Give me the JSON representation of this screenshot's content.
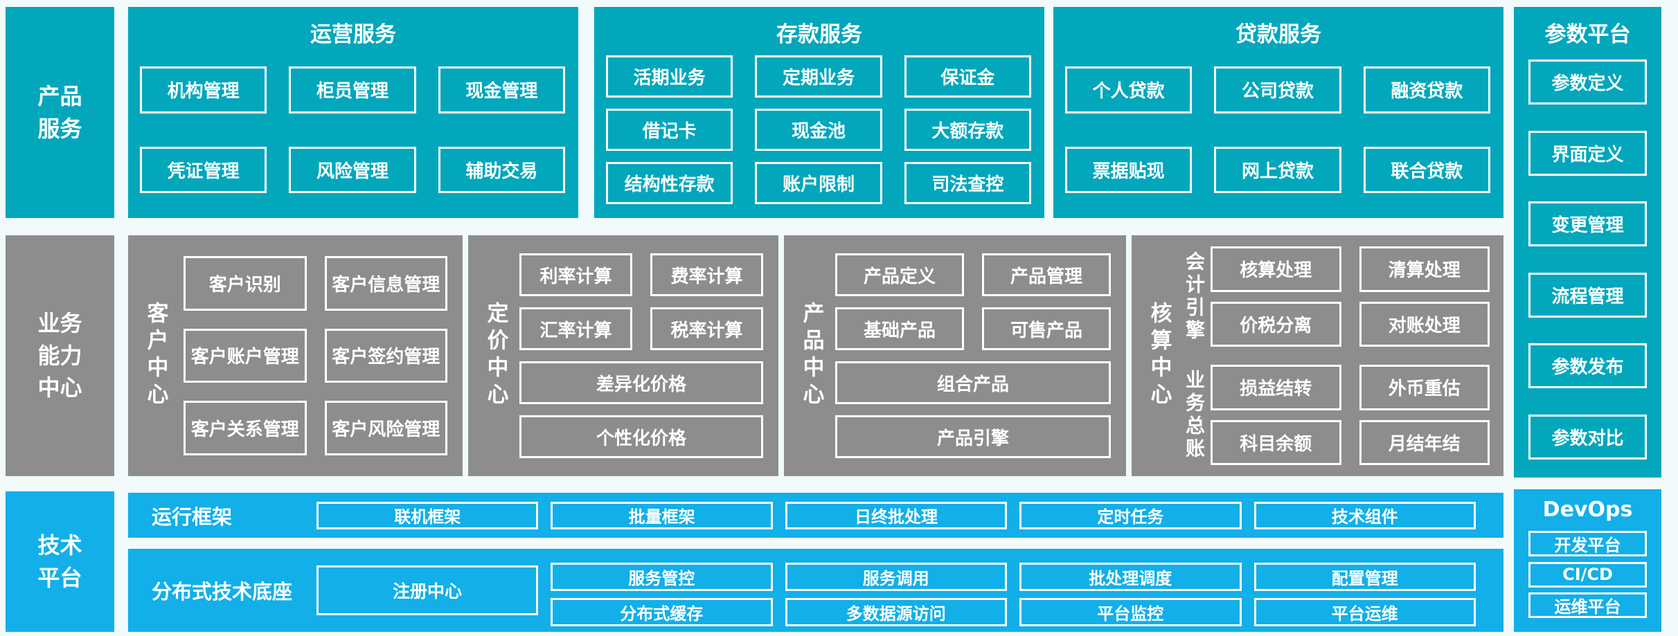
{
  "colors": {
    "teal": "#02a7bc",
    "gray": "#8d8d8d",
    "blue": "#12afe9",
    "background": "#f2fafb",
    "border": "#ffffff"
  },
  "rails": {
    "product": [
      "产品",
      "服务"
    ],
    "business": [
      "业务",
      "能力",
      "中心"
    ],
    "tech": [
      "技术",
      "平台"
    ]
  },
  "ops": {
    "title": "运营服务",
    "boxes": [
      "机构管理",
      "柜员管理",
      "现金管理",
      "凭证管理",
      "风险管理",
      "辅助交易"
    ]
  },
  "deposit": {
    "title": "存款服务",
    "boxes": [
      "活期业务",
      "定期业务",
      "保证金",
      "借记卡",
      "现金池",
      "大额存款",
      "结构性存款",
      "账户限制",
      "司法查控"
    ]
  },
  "loan": {
    "title": "贷款服务",
    "boxes": [
      "个人贷款",
      "公司贷款",
      "融资贷款",
      "票据贴现",
      "网上贷款",
      "联合贷款"
    ]
  },
  "param": {
    "title": "参数平台",
    "boxes": [
      "参数定义",
      "界面定义",
      "变更管理",
      "流程管理",
      "参数发布",
      "参数对比"
    ]
  },
  "customer": {
    "label": "客户中心",
    "boxes": [
      "客户识别",
      "客户信息管理",
      "客户账户管理",
      "客户签约管理",
      "客户关系管理",
      "客户风险管理"
    ]
  },
  "pricing": {
    "label": "定价中心",
    "boxes": [
      "利率计算",
      "费率计算",
      "汇率计算",
      "税率计算"
    ],
    "wide": [
      "差异化价格",
      "个性化价格"
    ]
  },
  "product": {
    "label": "产品中心",
    "boxes": [
      "产品定义",
      "产品管理",
      "基础产品",
      "可售产品"
    ],
    "wide": [
      "组合产品",
      "产品引擎"
    ]
  },
  "accounting": {
    "label": "核算中心",
    "engine": {
      "label": "会计引擎",
      "boxes": [
        "核算处理",
        "清算处理",
        "价税分离",
        "对账处理"
      ]
    },
    "ledger": {
      "label": "业务总账",
      "boxes": [
        "损益结转",
        "外币重估",
        "科目余额",
        "月结年结"
      ]
    }
  },
  "runtime": {
    "label": "运行框架",
    "boxes": [
      "联机框架",
      "批量框架",
      "日终批处理",
      "定时任务",
      "技术组件"
    ]
  },
  "distributed": {
    "label": "分布式技术底座",
    "registry": "注册中心",
    "boxes": [
      "服务管控",
      "服务调用",
      "批处理调度",
      "配置管理",
      "分布式缓存",
      "多数据源访问",
      "平台监控",
      "平台运维"
    ]
  },
  "devops": {
    "title": "DevOps",
    "boxes": [
      "开发平台",
      "CI/CD",
      "运维平台"
    ]
  }
}
